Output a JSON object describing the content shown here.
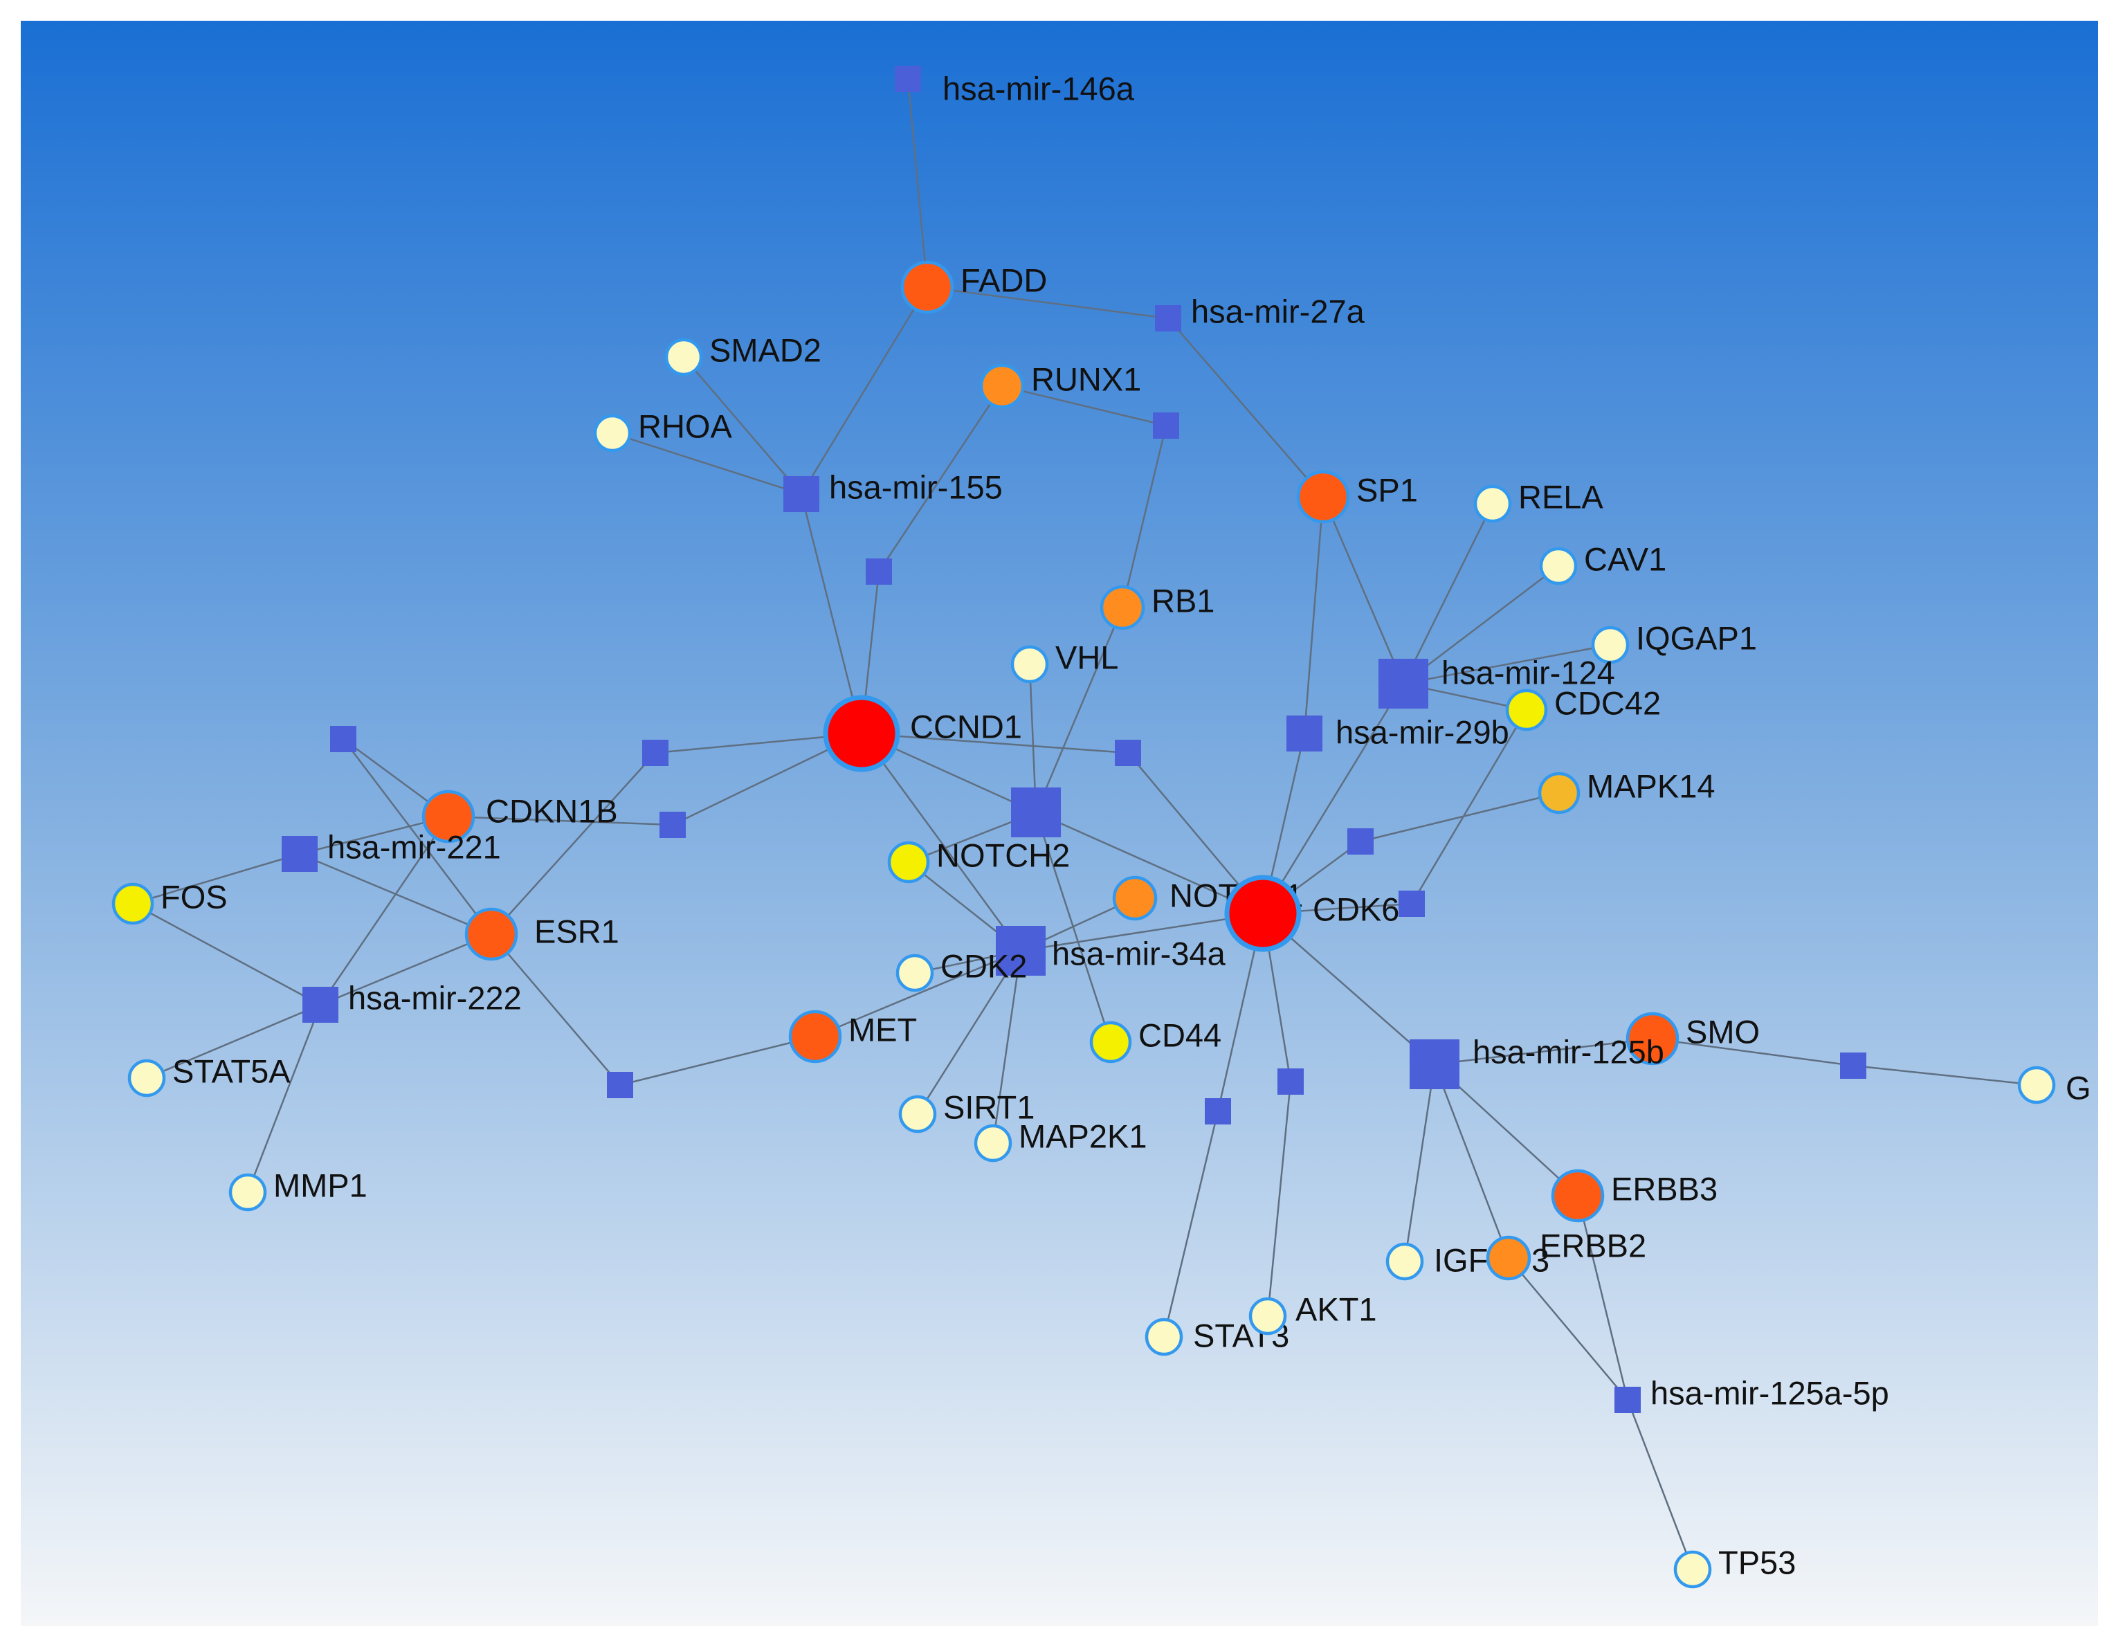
{
  "network": {
    "colors": {
      "background_top": "#1a6fd4",
      "background_bottom": "#f4f6f8",
      "mirna_node": "#4a5fd8",
      "gene_outline": "#3399ee",
      "edge": "#5f6f82",
      "degree_high": "#ff0000",
      "degree_medium_high": "#ff5a14",
      "degree_medium": "#ff8c1e",
      "degree_medium_low": "#f5b72a",
      "degree_low": "#f5f000",
      "degree_lowest": "#fdf9c4"
    },
    "nodes": [
      {
        "id": "hsa-mir-146a",
        "label": "hsa-mir-146a",
        "kind": "mirna",
        "size": "small"
      },
      {
        "id": "FADD",
        "label": "FADD",
        "kind": "gene",
        "level": "medium_high"
      },
      {
        "id": "hsa-mir-27a",
        "label": "hsa-mir-27a",
        "kind": "mirna",
        "size": "small"
      },
      {
        "id": "SMAD2",
        "label": "SMAD2",
        "kind": "gene",
        "level": "lowest"
      },
      {
        "id": "RUNX1",
        "label": "RUNX1",
        "kind": "gene",
        "level": "medium"
      },
      {
        "id": "RHOA",
        "label": "RHOA",
        "kind": "gene",
        "level": "lowest"
      },
      {
        "id": "hsa-mir-155",
        "label": "hsa-mir-155",
        "kind": "mirna",
        "size": "medium"
      },
      {
        "id": "SP1",
        "label": "SP1",
        "kind": "gene",
        "level": "medium_high"
      },
      {
        "id": "RELA",
        "label": "RELA",
        "kind": "gene",
        "level": "lowest"
      },
      {
        "id": "CAV1",
        "label": "CAV1",
        "kind": "gene",
        "level": "lowest"
      },
      {
        "id": "RB1",
        "label": "RB1",
        "kind": "gene",
        "level": "medium"
      },
      {
        "id": "IQGAP1",
        "label": "IQGAP1",
        "kind": "gene",
        "level": "lowest"
      },
      {
        "id": "VHL",
        "label": "VHL",
        "kind": "gene",
        "level": "lowest"
      },
      {
        "id": "hsa-mir-124",
        "label": "hsa-mir-124",
        "kind": "mirna",
        "size": "large"
      },
      {
        "id": "CDC42",
        "label": "CDC42",
        "kind": "gene",
        "level": "low"
      },
      {
        "id": "CCND1",
        "label": "CCND1",
        "kind": "gene",
        "level": "high"
      },
      {
        "id": "hsa-mir-29b",
        "label": "hsa-mir-29b",
        "kind": "mirna",
        "size": "medium"
      },
      {
        "id": "CDKN1B",
        "label": "CDKN1B",
        "kind": "gene",
        "level": "medium_high"
      },
      {
        "id": "MAPK14",
        "label": "MAPK14",
        "kind": "gene",
        "level": "medium_low"
      },
      {
        "id": "hsa-mir-221",
        "label": "hsa-mir-221",
        "kind": "mirna",
        "size": "medium"
      },
      {
        "id": "NOTCH2",
        "label": "NOTCH2",
        "kind": "gene",
        "level": "low"
      },
      {
        "id": "hsa-mir-34a-hub",
        "label": "",
        "kind": "mirna",
        "size": "large"
      },
      {
        "id": "FOS",
        "label": "FOS",
        "kind": "gene",
        "level": "low"
      },
      {
        "id": "NOTCH1",
        "label": "NOTCH1",
        "kind": "gene",
        "level": "medium"
      },
      {
        "id": "CDK6",
        "label": "CDK6",
        "kind": "gene",
        "level": "high"
      },
      {
        "id": "ESR1",
        "label": "ESR1",
        "kind": "gene",
        "level": "medium_high"
      },
      {
        "id": "hsa-mir-34a",
        "label": "hsa-mir-34a",
        "kind": "mirna",
        "size": "large"
      },
      {
        "id": "CDK2",
        "label": "CDK2",
        "kind": "gene",
        "level": "lowest"
      },
      {
        "id": "hsa-mir-222",
        "label": "hsa-mir-222",
        "kind": "mirna",
        "size": "medium"
      },
      {
        "id": "MET",
        "label": "MET",
        "kind": "gene",
        "level": "medium_high"
      },
      {
        "id": "CD44",
        "label": "CD44",
        "kind": "gene",
        "level": "low"
      },
      {
        "id": "SMO",
        "label": "SMO",
        "kind": "gene",
        "level": "medium_high"
      },
      {
        "id": "hsa-mir-125b",
        "label": "hsa-mir-125b",
        "kind": "mirna",
        "size": "large"
      },
      {
        "id": "STAT5A",
        "label": "STAT5A",
        "kind": "gene",
        "level": "lowest"
      },
      {
        "id": "SIRT1",
        "label": "SIRT1",
        "kind": "gene",
        "level": "lowest"
      },
      {
        "id": "MAP2K1",
        "label": "MAP2K1",
        "kind": "gene",
        "level": "lowest"
      },
      {
        "id": "G",
        "label": "G",
        "kind": "gene",
        "level": "lowest"
      },
      {
        "id": "MMP1",
        "label": "MMP1",
        "kind": "gene",
        "level": "lowest"
      },
      {
        "id": "ERBB3",
        "label": "ERBB3",
        "kind": "gene",
        "level": "medium_high"
      },
      {
        "id": "IGFBP3",
        "label": "IGFBP3",
        "kind": "gene",
        "level": "lowest"
      },
      {
        "id": "ERBB2",
        "label": "ERBB2",
        "kind": "gene",
        "level": "medium"
      },
      {
        "id": "STAT3",
        "label": "STAT3",
        "kind": "gene",
        "level": "lowest"
      },
      {
        "id": "AKT1",
        "label": "AKT1",
        "kind": "gene",
        "level": "lowest"
      },
      {
        "id": "hsa-mir-125a-5p",
        "label": "hsa-mir-125a-5p",
        "kind": "mirna",
        "size": "small"
      },
      {
        "id": "TP53",
        "label": "TP53",
        "kind": "gene",
        "level": "lowest"
      },
      {
        "id": "m-runx1-rb1",
        "label": "",
        "kind": "mirna",
        "size": "small"
      },
      {
        "id": "m-ccnd1-runx1",
        "label": "",
        "kind": "mirna",
        "size": "small"
      },
      {
        "id": "m-ccnd1-esr1",
        "label": "",
        "kind": "mirna",
        "size": "small"
      },
      {
        "id": "m-ccnd1-cdkn1b",
        "label": "",
        "kind": "mirna",
        "size": "small"
      },
      {
        "id": "m-ccnd1-cdk6",
        "label": "",
        "kind": "mirna",
        "size": "small"
      },
      {
        "id": "m-cdkn1b-left",
        "label": "",
        "kind": "mirna",
        "size": "small"
      },
      {
        "id": "m-cdk6-mapk14",
        "label": "",
        "kind": "mirna",
        "size": "small"
      },
      {
        "id": "m-cdk6-cdc42",
        "label": "",
        "kind": "mirna",
        "size": "small"
      },
      {
        "id": "m-esr1-met",
        "label": "",
        "kind": "mirna",
        "size": "small"
      },
      {
        "id": "m-cdk6-stat3",
        "label": "",
        "kind": "mirna",
        "size": "small"
      },
      {
        "id": "m-cdk6-akt1",
        "label": "",
        "kind": "mirna",
        "size": "small"
      },
      {
        "id": "m-smo-g",
        "label": "",
        "kind": "mirna",
        "size": "small"
      }
    ],
    "edges": [
      [
        "hsa-mir-146a",
        "FADD"
      ],
      [
        "FADD",
        "hsa-mir-27a"
      ],
      [
        "FADD",
        "hsa-mir-155"
      ],
      [
        "hsa-mir-27a",
        "SP1"
      ],
      [
        "RUNX1",
        "m-runx1-rb1"
      ],
      [
        "m-runx1-rb1",
        "RB1"
      ],
      [
        "RUNX1",
        "m-ccnd1-runx1"
      ],
      [
        "m-ccnd1-runx1",
        "CCND1"
      ],
      [
        "SMAD2",
        "hsa-mir-155"
      ],
      [
        "RHOA",
        "hsa-mir-155"
      ],
      [
        "hsa-mir-155",
        "CCND1"
      ],
      [
        "SP1",
        "hsa-mir-124"
      ],
      [
        "SP1",
        "hsa-mir-29b"
      ],
      [
        "RELA",
        "hsa-mir-124"
      ],
      [
        "CAV1",
        "hsa-mir-124"
      ],
      [
        "IQGAP1",
        "hsa-mir-124"
      ],
      [
        "hsa-mir-124",
        "CDK6"
      ],
      [
        "RB1",
        "hsa-mir-34a-hub"
      ],
      [
        "VHL",
        "hsa-mir-34a-hub"
      ],
      [
        "hsa-mir-29b",
        "CDK6"
      ],
      [
        "CCND1",
        "m-ccnd1-esr1"
      ],
      [
        "m-ccnd1-esr1",
        "ESR1"
      ],
      [
        "CCND1",
        "m-ccnd1-cdkn1b"
      ],
      [
        "m-ccnd1-cdkn1b",
        "CDKN1B"
      ],
      [
        "CCND1",
        "hsa-mir-34a-hub"
      ],
      [
        "CCND1",
        "m-ccnd1-cdk6"
      ],
      [
        "m-ccnd1-cdk6",
        "CDK6"
      ],
      [
        "CCND1",
        "hsa-mir-34a"
      ],
      [
        "hsa-mir-34a-hub",
        "CDK6"
      ],
      [
        "hsa-mir-34a-hub",
        "CD44"
      ],
      [
        "hsa-mir-34a-hub",
        "NOTCH2"
      ],
      [
        "CDKN1B",
        "m-cdkn1b-left"
      ],
      [
        "m-cdkn1b-left",
        "ESR1"
      ],
      [
        "CDKN1B",
        "hsa-mir-221"
      ],
      [
        "CDKN1B",
        "hsa-mir-222"
      ],
      [
        "hsa-mir-221",
        "FOS"
      ],
      [
        "hsa-mir-221",
        "ESR1"
      ],
      [
        "FOS",
        "hsa-mir-222"
      ],
      [
        "ESR1",
        "hsa-mir-222"
      ],
      [
        "ESR1",
        "m-esr1-met"
      ],
      [
        "m-esr1-met",
        "MET"
      ],
      [
        "hsa-mir-222",
        "STAT5A"
      ],
      [
        "hsa-mir-222",
        "MMP1"
      ],
      [
        "CDK6",
        "m-cdk6-mapk14"
      ],
      [
        "m-cdk6-mapk14",
        "MAPK14"
      ],
      [
        "CDK6",
        "m-cdk6-cdc42"
      ],
      [
        "m-cdk6-cdc42",
        "CDC42"
      ],
      [
        "CDK6",
        "hsa-mir-34a"
      ],
      [
        "CDK6",
        "m-cdk6-stat3"
      ],
      [
        "m-cdk6-stat3",
        "STAT3"
      ],
      [
        "CDK6",
        "m-cdk6-akt1"
      ],
      [
        "m-cdk6-akt1",
        "AKT1"
      ],
      [
        "CDK6",
        "hsa-mir-125b"
      ],
      [
        "hsa-mir-124",
        "CDC42"
      ],
      [
        "hsa-mir-34a",
        "NOTCH1"
      ],
      [
        "hsa-mir-34a",
        "NOTCH2"
      ],
      [
        "hsa-mir-34a",
        "MET"
      ],
      [
        "hsa-mir-34a",
        "CDK2"
      ],
      [
        "hsa-mir-34a",
        "SIRT1"
      ],
      [
        "hsa-mir-34a",
        "MAP2K1"
      ],
      [
        "hsa-mir-125b",
        "SMO"
      ],
      [
        "SMO",
        "m-smo-g"
      ],
      [
        "m-smo-g",
        "G"
      ],
      [
        "hsa-mir-125b",
        "ERBB3"
      ],
      [
        "hsa-mir-125b",
        "IGFBP3"
      ],
      [
        "hsa-mir-125b",
        "ERBB2"
      ],
      [
        "ERBB3",
        "hsa-mir-125a-5p"
      ],
      [
        "ERBB2",
        "hsa-mir-125a-5p"
      ],
      [
        "hsa-mir-125a-5p",
        "TP53"
      ]
    ]
  }
}
